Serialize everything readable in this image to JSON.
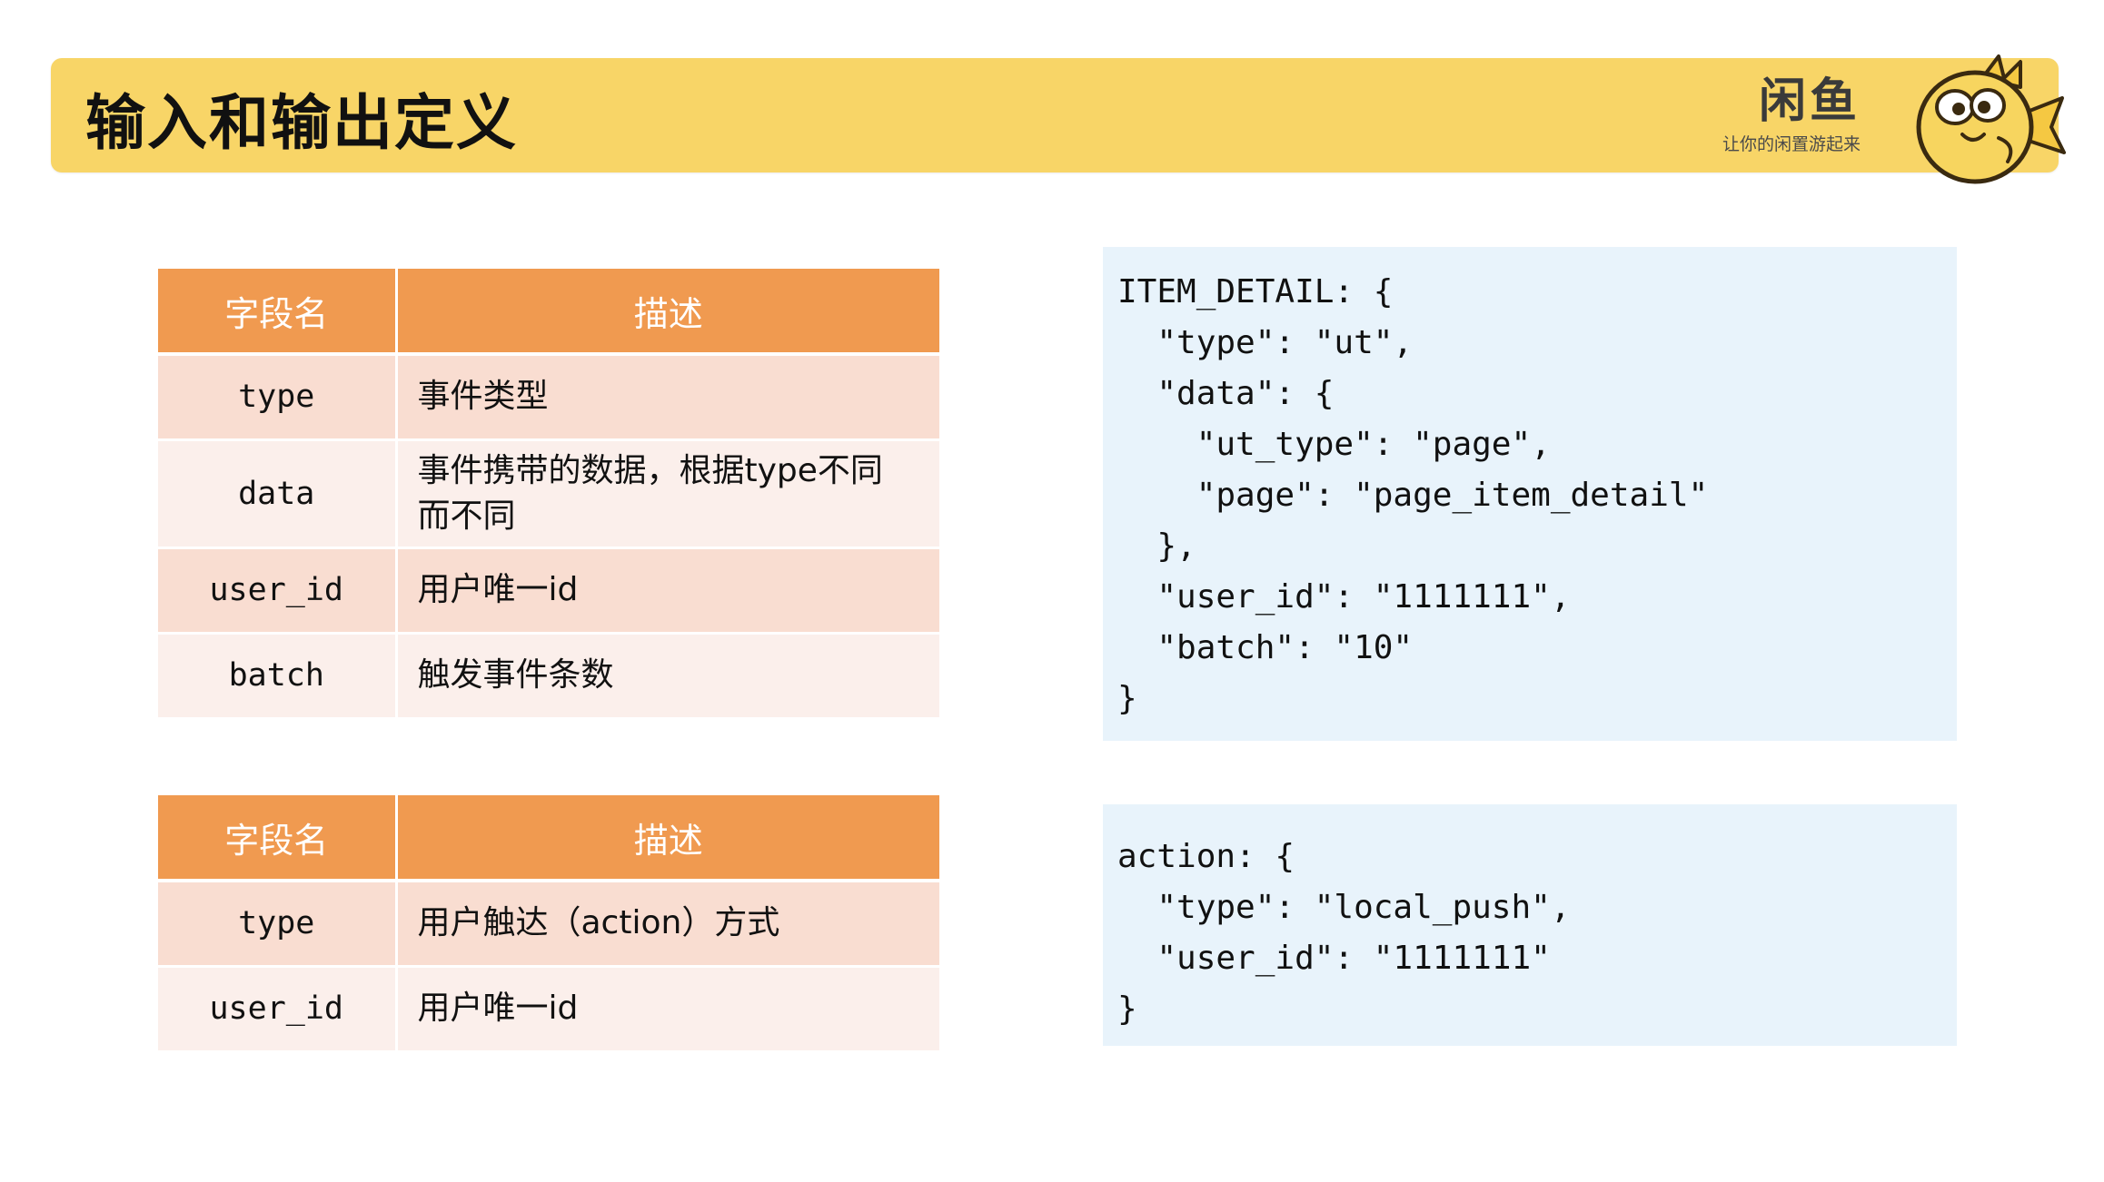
{
  "header": {
    "title": "输入和输出定义",
    "brand_name": "闲鱼",
    "brand_slogan": "让你的闲置游起来",
    "mascot_icon": "fish-mascot-icon",
    "colors": {
      "banner": "#f8d567",
      "table_header": "#f09a50",
      "code_bg": "#e8f3fb"
    }
  },
  "table1": {
    "headers": [
      "字段名",
      "描述"
    ],
    "rows": [
      {
        "name": "type",
        "desc": "事件类型"
      },
      {
        "name": "data",
        "desc": "事件携带的数据，根据type不同",
        "desc2": "而不同"
      },
      {
        "name": "user_id",
        "desc": "用户唯一id"
      },
      {
        "name": "batch",
        "desc": "触发事件条数"
      }
    ]
  },
  "table2": {
    "headers": [
      "字段名",
      "描述"
    ],
    "rows": [
      {
        "name": "type",
        "desc": "用户触达（action）方式"
      },
      {
        "name": "user_id",
        "desc": "用户唯一id"
      }
    ]
  },
  "code1": {
    "lines": [
      "ITEM_DETAIL: {",
      "  \"type\": \"ut\",",
      "  \"data\": {",
      "    \"ut_type\": \"page\",",
      "    \"page\": \"page_item_detail\"",
      "  },",
      "  \"user_id\": \"1111111\",",
      "  \"batch\": \"10\"",
      "}"
    ]
  },
  "code2": {
    "lines": [
      "action: {",
      "  \"type\": \"local_push\",",
      "  \"user_id\": \"1111111\"",
      "}"
    ]
  }
}
